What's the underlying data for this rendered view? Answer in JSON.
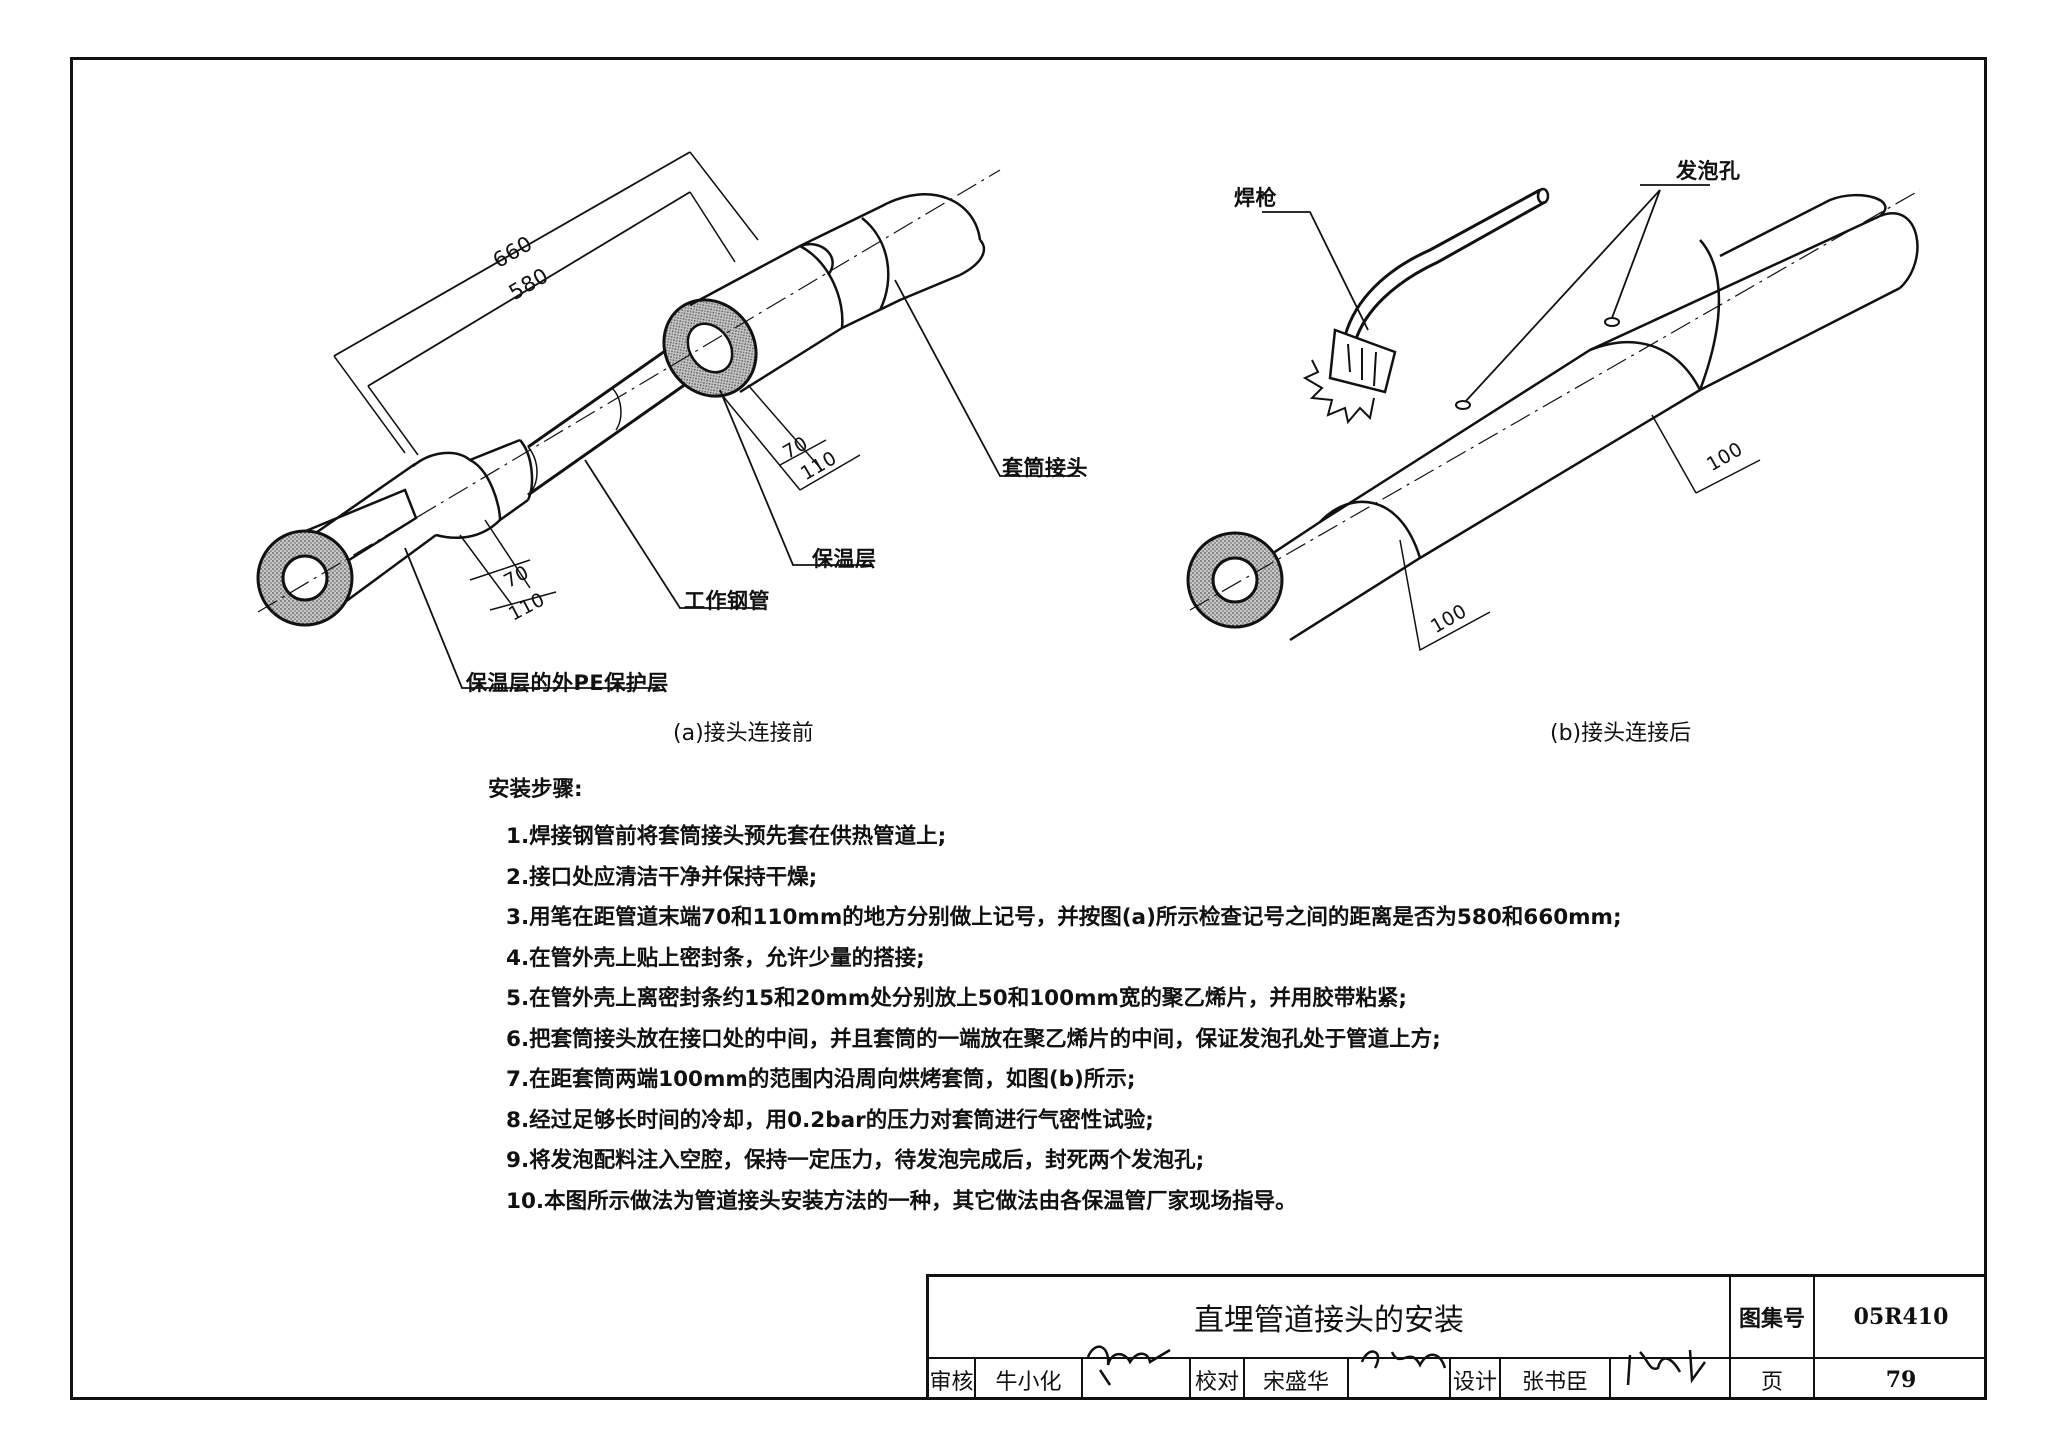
{
  "figure_a": {
    "caption": "(a)接头连接前",
    "dim_660": "660",
    "dim_580": "580",
    "dim_70_right": "70",
    "dim_110_right": "110",
    "dim_70_left": "70",
    "dim_110_left": "110",
    "label_sleeve": "套筒接头",
    "label_insulation": "保温层",
    "label_steel_pipe": "工作钢管",
    "label_pe": "保温层的外PE保护层"
  },
  "figure_b": {
    "caption": "(b)接头连接后",
    "label_torch": "焊枪",
    "label_foam_hole": "发泡孔",
    "dim_100_right": "100",
    "dim_100_left": "100"
  },
  "notes": {
    "title": "安装步骤:",
    "steps": [
      "1.焊接钢管前将套筒接头预先套在供热管道上;",
      "2.接口处应清洁干净并保持干燥;",
      "3.用笔在距管道末端70和110mm的地方分别做上记号，并按图(a)所示检查记号之间的距离是否为580和660mm;",
      "4.在管外壳上贴上密封条，允许少量的搭接;",
      "5.在管外壳上离密封条约15和20mm处分别放上50和100mm宽的聚乙烯片，并用胶带粘紧;",
      "6.把套筒接头放在接口处的中间，并且套筒的一端放在聚乙烯片的中间，保证发泡孔处于管道上方;",
      "7.在距套筒两端100mm的范围内沿周向烘烤套筒，如图(b)所示;",
      "8.经过足够长时间的冷却，用0.2bar的压力对套筒进行气密性试验;",
      "9.将发泡配料注入空腔，保持一定压力，待发泡完成后，封死两个发泡孔;",
      "10.本图所示做法为管道接头安装方法的一种，其它做法由各保温管厂家现场指导。"
    ]
  },
  "title_block": {
    "title": "直埋管道接头的安装",
    "atlas_label": "图集号",
    "atlas_no": "05R410",
    "review_label": "审核",
    "reviewer": "牛小化",
    "check_label": "校对",
    "checker": "宋盛华",
    "design_label": "设计",
    "designer": "张书臣",
    "page_label": "页",
    "page_no": "79"
  }
}
